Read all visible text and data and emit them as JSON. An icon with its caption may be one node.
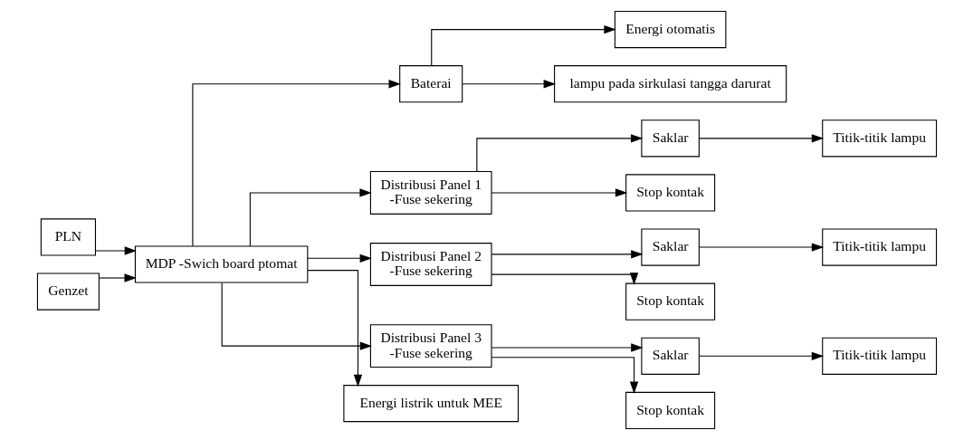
{
  "diagram": {
    "nodes": [
      {
        "text": [
          "Energi otomatis"
        ]
      },
      {
        "text": [
          "Baterai"
        ]
      },
      {
        "text": [
          "lampu pada sirkulasi tangga darurat"
        ]
      },
      {
        "text": [
          "PLN"
        ]
      },
      {
        "text": [
          "MDP -Swich board ptomat"
        ]
      },
      {
        "text": [
          "Distribusi Panel 1",
          "-Fuse sekering"
        ]
      },
      {
        "text": [
          "Saklar"
        ]
      },
      {
        "text": [
          "Stop kontak"
        ]
      },
      {
        "text": [
          "Titik-titik lampu"
        ]
      },
      {
        "text": [
          "Distribusi Panel 2",
          "-Fuse sekering"
        ]
      },
      {
        "text": [
          "Saklar"
        ]
      },
      {
        "text": [
          "Stop kontak"
        ]
      },
      {
        "text": [
          "Titik-titik lampu"
        ]
      },
      {
        "text": [
          "Genzet"
        ]
      },
      {
        "text": [
          "Distribusi Panel 3",
          "-Fuse sekering"
        ]
      },
      {
        "text": [
          "Saklar"
        ]
      },
      {
        "text": [
          "Stop kontak"
        ]
      },
      {
        "text": [
          "Titik-titik lampu"
        ]
      },
      {
        "text": [
          "Energi listrik untuk MEE"
        ]
      }
    ],
    "edges": [
      {
        "from": 1,
        "to": 0,
        "arrow": "to"
      },
      {
        "from": 1,
        "to": 2,
        "arrow": "to"
      },
      {
        "from": 4,
        "to": 1,
        "arrow": "to"
      },
      {
        "from": 3,
        "to": 4,
        "arrow": "to"
      },
      {
        "from": 4,
        "to": 5,
        "arrow": "to"
      },
      {
        "from": 5,
        "to": 6,
        "arrow": "to"
      },
      {
        "from": 5,
        "to": 7,
        "arrow": "to"
      },
      {
        "from": 6,
        "to": 8,
        "arrow": "to"
      },
      {
        "from": 4,
        "to": 9,
        "arrow": "to"
      },
      {
        "from": 9,
        "to": 10,
        "arrow": "to"
      },
      {
        "from": 9,
        "to": 11,
        "arrow": "to"
      },
      {
        "from": 10,
        "to": 12,
        "arrow": "to"
      },
      {
        "from": 13,
        "to": 4,
        "arrow": "to"
      },
      {
        "from": 4,
        "to": 14,
        "arrow": "to"
      },
      {
        "from": 14,
        "to": 15,
        "arrow": "to"
      },
      {
        "from": 14,
        "to": 16,
        "arrow": "to"
      },
      {
        "from": 15,
        "to": 17,
        "arrow": "to"
      },
      {
        "from": 4,
        "to": 18,
        "arrow": "to"
      }
    ]
  }
}
